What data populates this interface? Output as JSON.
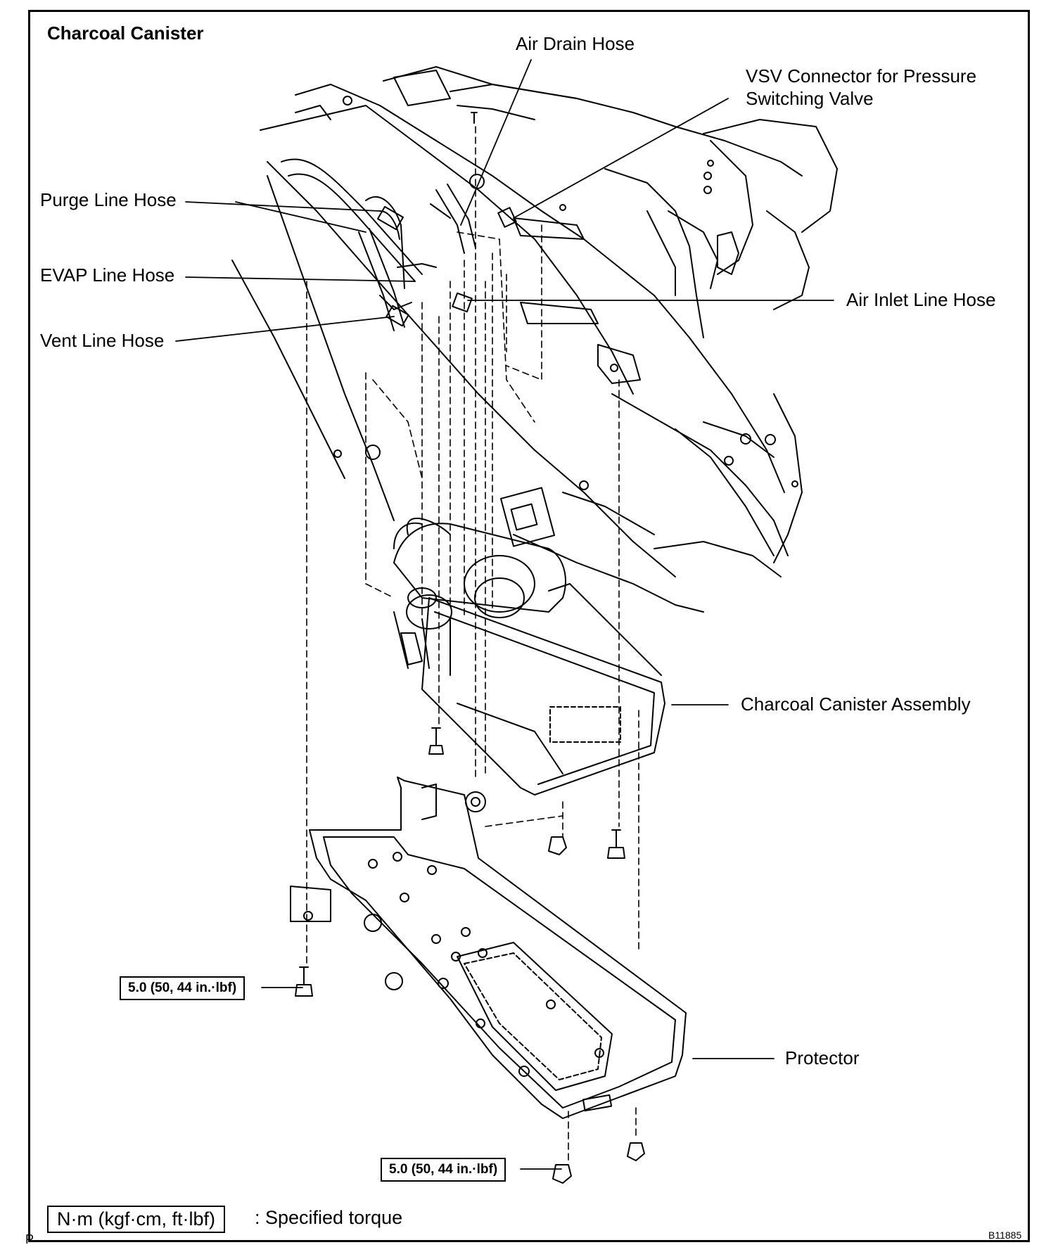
{
  "title": "Charcoal Canister",
  "labels": {
    "air_drain_hose": "Air Drain Hose",
    "vsv_connector_line1": "VSV  Connector  for  Pressure",
    "vsv_connector_line2": "Switching Valve",
    "purge_line_hose": "Purge Line Hose",
    "evap_line_hose": "EVAP Line Hose",
    "vent_line_hose": "Vent Line Hose",
    "air_inlet_line_hose": "Air Inlet Line Hose",
    "charcoal_canister_assembly": "Charcoal Canister Assembly",
    "protector": "Protector"
  },
  "torque": {
    "left": "5.0 (50, 44 in.·lbf)",
    "bottom": "5.0 (50, 44 in.·lbf)"
  },
  "legend": {
    "unit_box": "N·m (kgf·cm, ft·lbf)",
    "description": ": Specified torque"
  },
  "corner_mark": "P",
  "figure_code": "B11885"
}
